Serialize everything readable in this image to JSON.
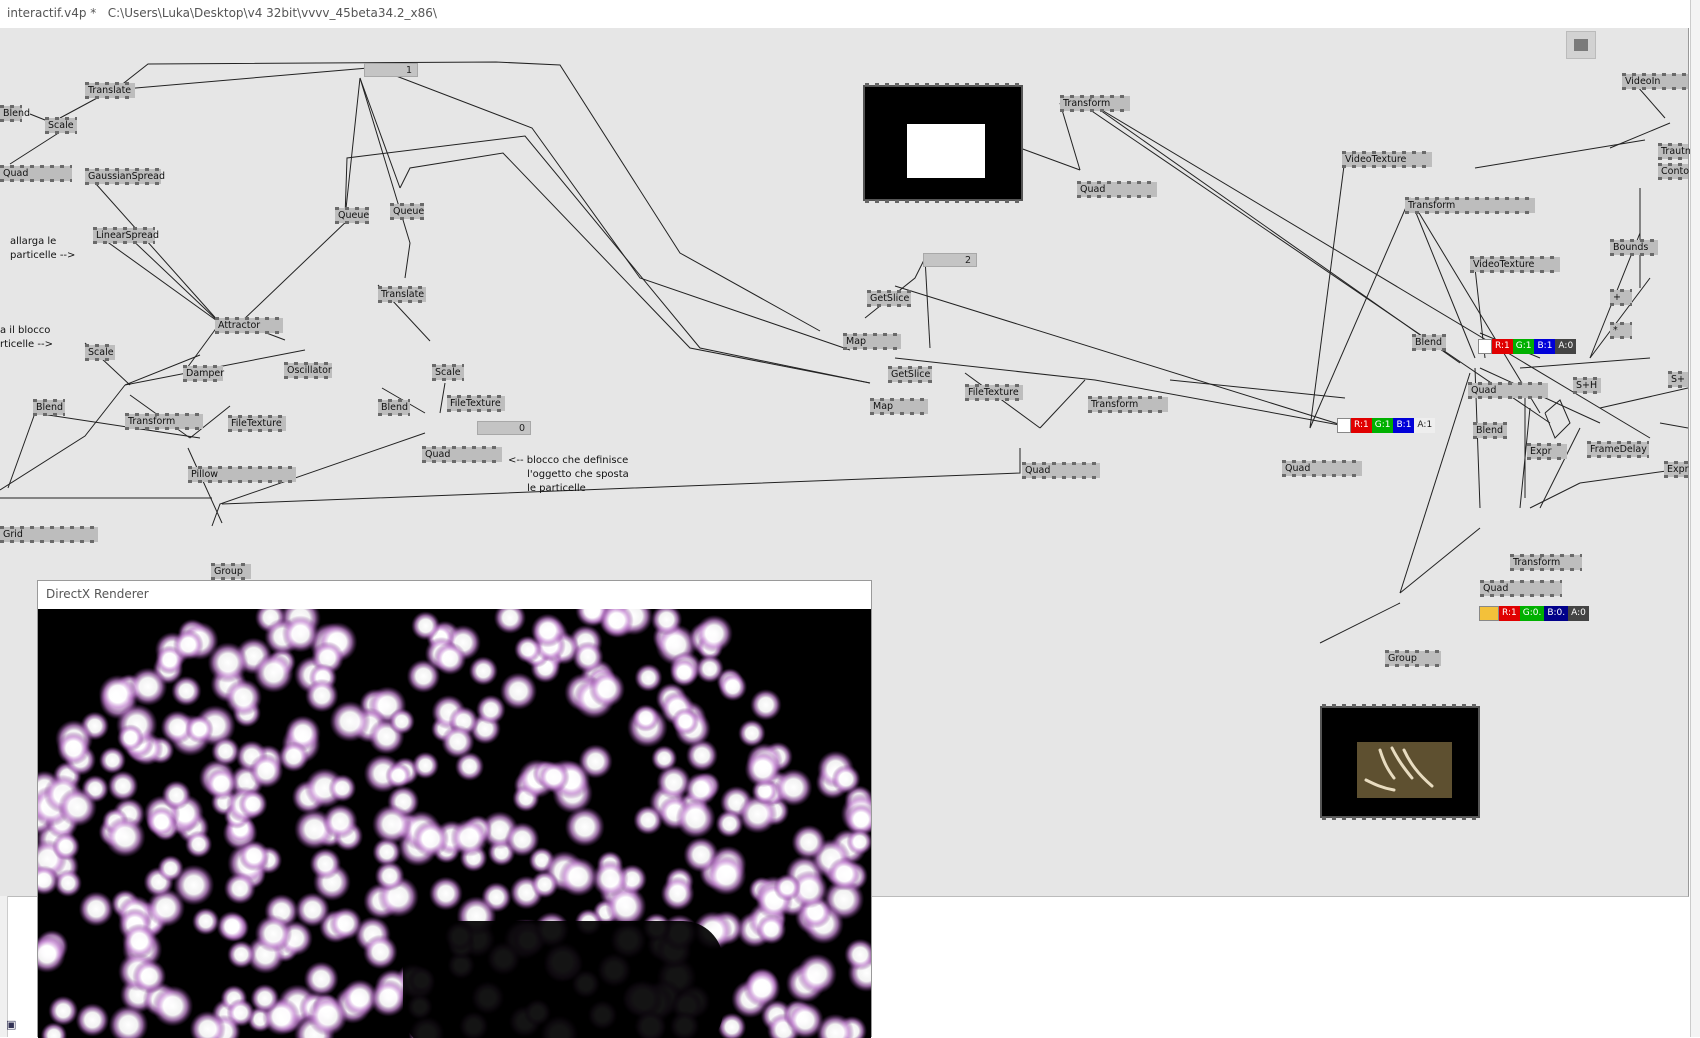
{
  "window": {
    "title": "interactif.v4p *   C:\\Users\\Luka\\Desktop\\v4 32bit\\vvvv_45beta34.2_x86\\"
  },
  "nodes": {
    "blend_left": "Blend",
    "translate_a": "Translate",
    "scale_a": "Scale",
    "quad_a": "Quad",
    "gaussianspread": "GaussianSpread",
    "linearspread": "LinearSpread",
    "attractor": "Attractor",
    "damper": "Damper",
    "oscillator": "Oscillator",
    "scale_b": "Scale",
    "transform_a": "Transform",
    "filetexture_a": "FileTexture",
    "blend_b": "Blend",
    "pillow": "Pillow",
    "grid": "Grid",
    "group_a": "Group",
    "queue_a": "Queue",
    "queue_b": "Queue",
    "translate_b": "Translate",
    "scale_c": "Scale",
    "blend_c": "Blend",
    "filetexture_b": "FileTexture",
    "quad_b": "Quad",
    "getslice_a": "GetSlice",
    "map_a": "Map",
    "getslice_b": "GetSlice",
    "map_b": "Map",
    "filetexture_c": "FileTexture",
    "transform_b": "Transform",
    "quad_c": "Quad",
    "transform_c": "Transform",
    "quad_d": "Quad",
    "videotexture_a": "VideoTexture",
    "transform_d": "Transform",
    "videotexture_b": "VideoTexture",
    "blend_d": "Blend",
    "quad_e": "Quad",
    "quad_f": "Quad",
    "blend_e": "Blend",
    "sh": "S+H",
    "expr_a": "Expr",
    "framedelay": "FrameDelay",
    "transform_e": "Transform",
    "quad_g": "Quad",
    "group_b": "Group",
    "videoin": "VideoIn",
    "trautn": "Trautn",
    "conto": "Conto",
    "bounds": "Bounds",
    "plus": "+",
    "times": "*",
    "expr_b": "Expr",
    "s_plus": "S+"
  },
  "iobox": {
    "one": "1",
    "two": "2",
    "zero": "0"
  },
  "comments": {
    "allarga": "allarga le\nparticelle -->",
    "blocco": "a il blocco\nrticelle -->",
    "definisce": "<-- blocco che definisce\n      l'oggetto che sposta\n      le particelle"
  },
  "colors": {
    "c1": {
      "swatch": "#ffffff",
      "r": "R:1",
      "g": "G:1",
      "b": "B:1",
      "a": "A:0"
    },
    "c2": {
      "swatch": "#ffffff",
      "r": "R:1",
      "g": "G:1",
      "b": "B:1",
      "a": "A:1"
    },
    "c3": {
      "swatch": "#f3c13a",
      "r": "R:1",
      "g": "G:0.",
      "b": "B:0.",
      "a": "A:0"
    }
  },
  "renderer": {
    "title": "DirectX Renderer"
  }
}
